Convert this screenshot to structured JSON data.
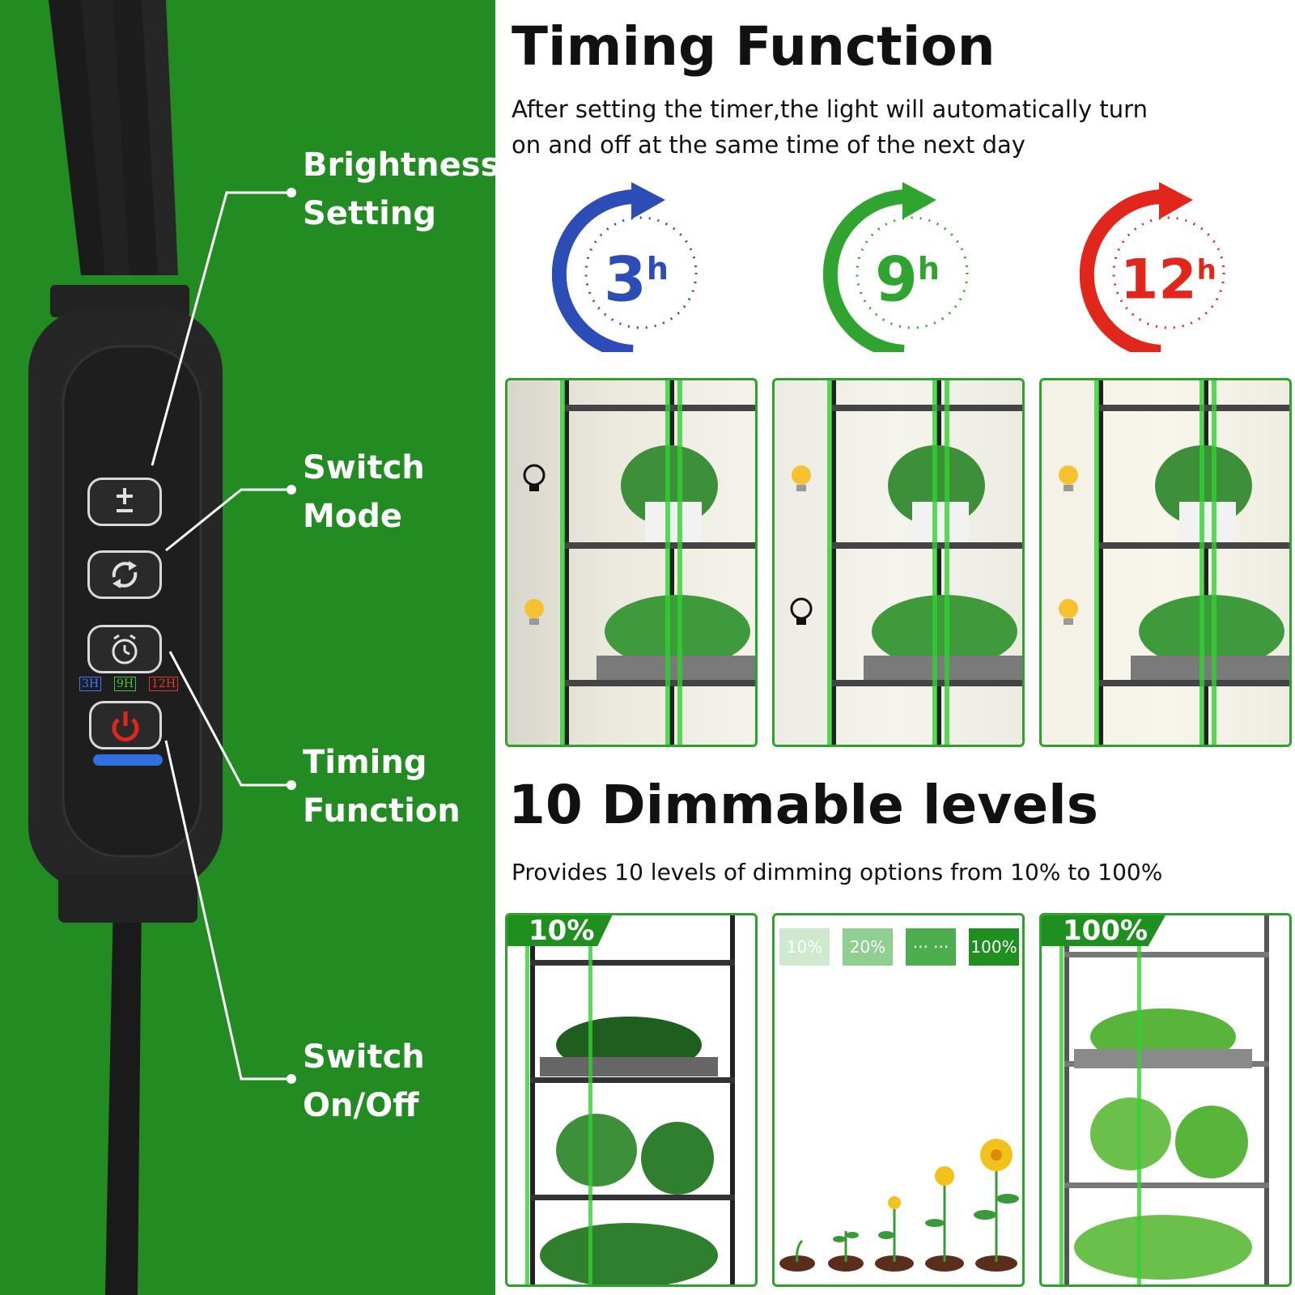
{
  "colors": {
    "left_background": "#228b22",
    "right_background": "#ffffff",
    "clock_blue": "#2c4db5",
    "clock_green": "#2fa52f",
    "clock_red": "#e1261c",
    "panel_border": "#2ea22e",
    "brand_green": "#1f8f1f"
  },
  "remote": {
    "callouts": [
      {
        "line1": "Brightness",
        "line2": "Setting"
      },
      {
        "line1": "Switch",
        "line2": "Mode"
      },
      {
        "line1": "Timing",
        "line2": "Function"
      },
      {
        "line1": "Switch",
        "line2": "On/Off"
      }
    ],
    "timer_indicators": [
      "3H",
      "9H",
      "12H"
    ],
    "buttons": [
      {
        "icon": "plus-minus-icon"
      },
      {
        "icon": "cycle-icon"
      },
      {
        "icon": "alarm-clock-icon"
      },
      {
        "icon": "power-icon"
      }
    ]
  },
  "timing": {
    "title": "Timing Function",
    "description_line1": "After setting the timer,the light will automatically turn",
    "description_line2": "on and off at the same time of the next day",
    "timers": [
      {
        "value": "3",
        "unit": "h",
        "color": "#2c4db5"
      },
      {
        "value": "9",
        "unit": "h",
        "color": "#2fa52f"
      },
      {
        "value": "12",
        "unit": "h",
        "color": "#e1261c"
      }
    ],
    "shelf_panels": [
      {
        "bulbs": [
          "off",
          "on"
        ]
      },
      {
        "bulbs": [
          "on",
          "off"
        ]
      },
      {
        "bulbs": [
          "on",
          "on"
        ]
      }
    ]
  },
  "dimming": {
    "title": "10 Dimmable levels",
    "description": "Provides 10 levels of dimming options from 10% to 100%",
    "left_tab": "10%",
    "right_tab": "100%",
    "levels": [
      {
        "label": "10%",
        "color": "#cfe9cf"
      },
      {
        "label": "20%",
        "color": "#8fcf8f"
      },
      {
        "label": "··· ···",
        "color": "#4cae4c"
      },
      {
        "label": "100%",
        "color": "#1f8f1f"
      }
    ],
    "growth_stages": 5
  }
}
